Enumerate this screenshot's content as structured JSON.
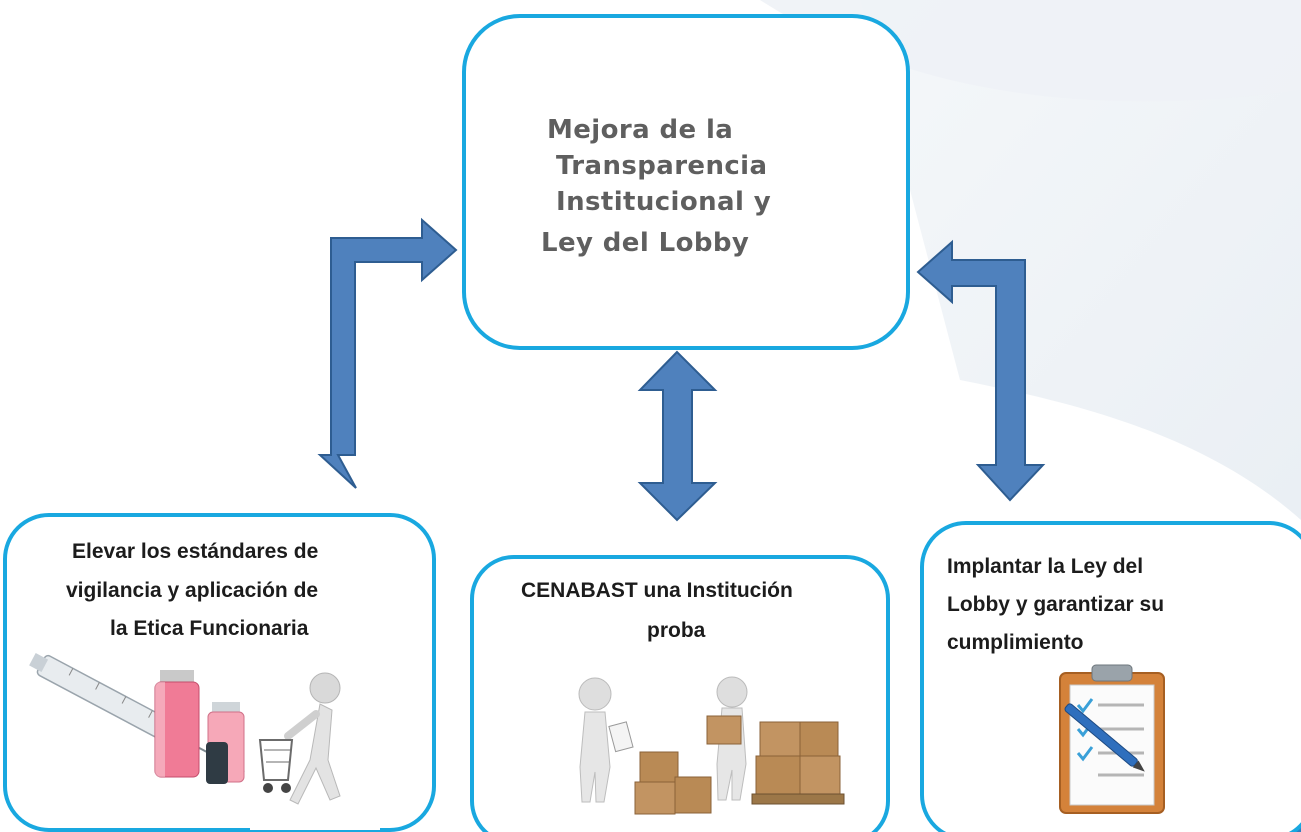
{
  "diagram": {
    "center_box": {
      "lines": [
        "Mejora de la",
        "Transparencia",
        "Institucional y",
        "Ley del Lobby"
      ]
    },
    "left_box": {
      "lines": [
        "Elevar los estándares de",
        "vigilancia y aplicación de",
        "la Etica  Funcionaria"
      ],
      "image_icon": "syringe-vials-and-shopping-cart-figure"
    },
    "middle_box": {
      "lines": [
        "CENABAST una Institución",
        "proba"
      ],
      "image_icon": "figures-with-boxes"
    },
    "right_box": {
      "lines": [
        "Implantar la Ley del",
        "Lobby y garantizar su",
        "cumplimiento"
      ],
      "image_icon": "clipboard-checklist-with-pen"
    },
    "colors": {
      "box_border": "#19a8e0",
      "arrow_fill": "#4f81bd",
      "arrow_stroke": "#2e5d91",
      "center_text": "#5f5f5f",
      "sub_text": "#1c1c1c"
    }
  }
}
